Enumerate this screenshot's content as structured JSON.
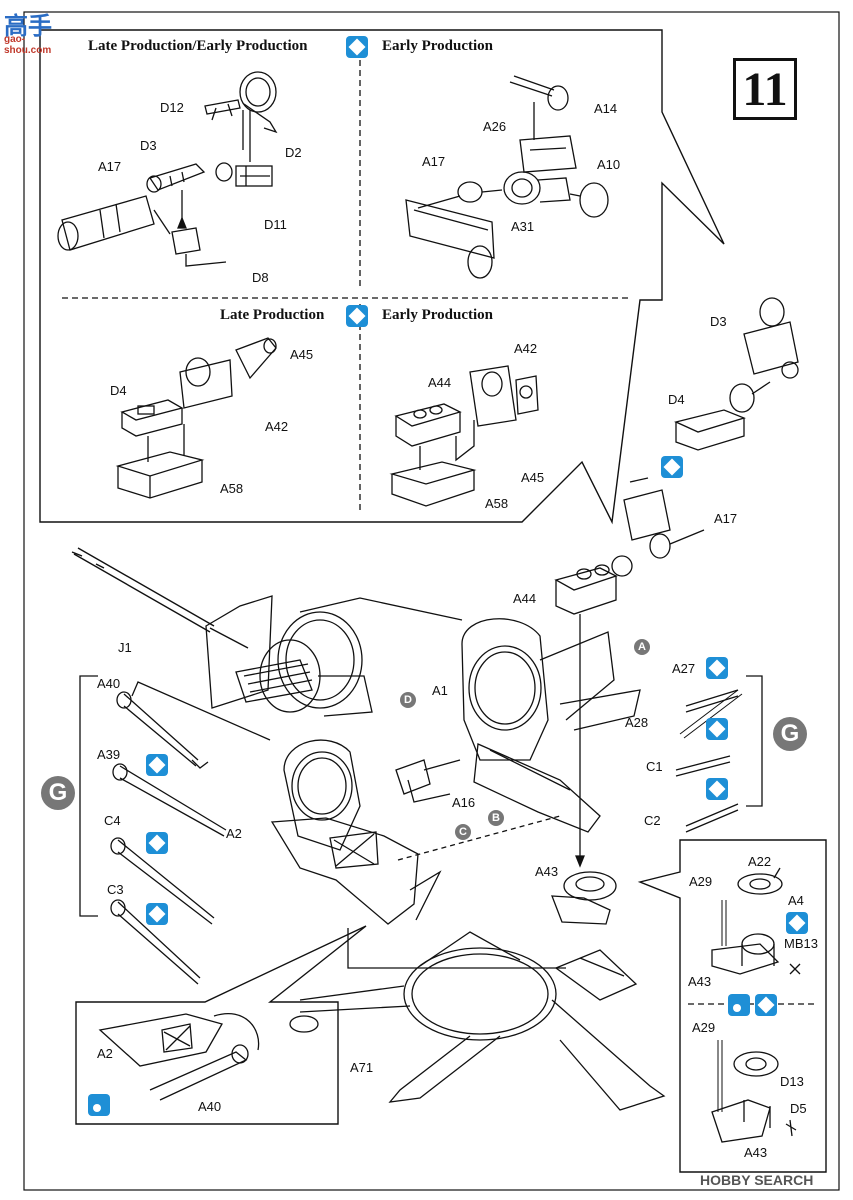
{
  "step_number": "11",
  "watermark_left": {
    "text": "高手",
    "url_text": "gao-shou.com"
  },
  "watermark_right": "HOBBY SEARCH",
  "headers": {
    "tl_left": "Late Production/Early Production",
    "tl_right": "Early Production",
    "bl_left": "Late Production",
    "bl_right": "Early Production"
  },
  "callouts": [
    "A",
    "B",
    "C",
    "D"
  ],
  "group_marker": "G",
  "labels": {
    "d12": "D12",
    "d2": "D2",
    "d3": "D3",
    "a17_a": "A17",
    "d11": "D11",
    "d8": "D8",
    "a26": "A26",
    "a14": "A14",
    "a17_b": "A17",
    "a10": "A10",
    "a31": "A31",
    "a45_a": "A45",
    "d4_a": "D4",
    "a42_a": "A42",
    "a58_a": "A58",
    "a42_b": "A42",
    "a44_a": "A44",
    "a45_b": "A45",
    "a58_b": "A58",
    "d3_b": "D3",
    "d4_b": "D4",
    "a17_c": "A17",
    "a44_b": "A44",
    "j1": "J1",
    "a1": "A1",
    "a16": "A16",
    "a2": "A2",
    "a27": "A27",
    "a28": "A28",
    "c1": "C1",
    "c2": "C2",
    "a40": "A40",
    "a39": "A39",
    "c4": "C4",
    "c3": "C3",
    "a43": "A43",
    "a71": "A71",
    "a29_a": "A29",
    "a22": "A22",
    "a4": "A4",
    "mb13": "MB13",
    "a43_b": "A43",
    "a29_b": "A29",
    "d13": "D13",
    "d5": "D5",
    "a43_c": "A43",
    "a2_b": "A2",
    "a40_b": "A40"
  }
}
